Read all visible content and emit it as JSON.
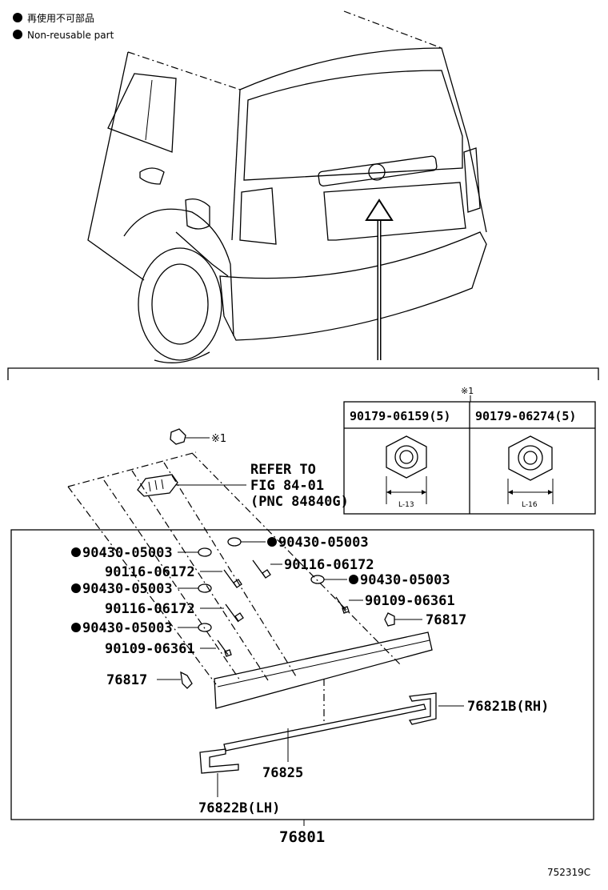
{
  "legend": {
    "jp": "再使用不可部品",
    "en": "Non-reusable part"
  },
  "table": {
    "mark": "※1",
    "col1": "90179-06159(5)",
    "col2": "90179-06274(5)",
    "dim1": "L-13",
    "dim2": "L-16"
  },
  "refer": {
    "line1": "REFER TO",
    "line2": "FIG 84-01",
    "line3": "(PNC 84840G)"
  },
  "nut_mark": "※1",
  "parts": {
    "p_90430_r1": "90430-05003",
    "p_90430_l1": "90430-05003",
    "p_90116_r1": "90116-06172",
    "p_90116_l1": "90116-06172",
    "p_90430_r2": "90430-05003",
    "p_90430_l2": "90430-05003",
    "p_90109_r": "90109-06361",
    "p_90116_l2": "90116-06172",
    "p_76817_r": "76817",
    "p_90430_l3": "90430-05003",
    "p_90109_l": "90109-06361",
    "p_76817_l": "76817",
    "p_76821b": "76821B(RH)",
    "p_76825": "76825",
    "p_76822b": "76822B(LH)",
    "p_76801": "76801"
  },
  "illustration_code": "752319C"
}
